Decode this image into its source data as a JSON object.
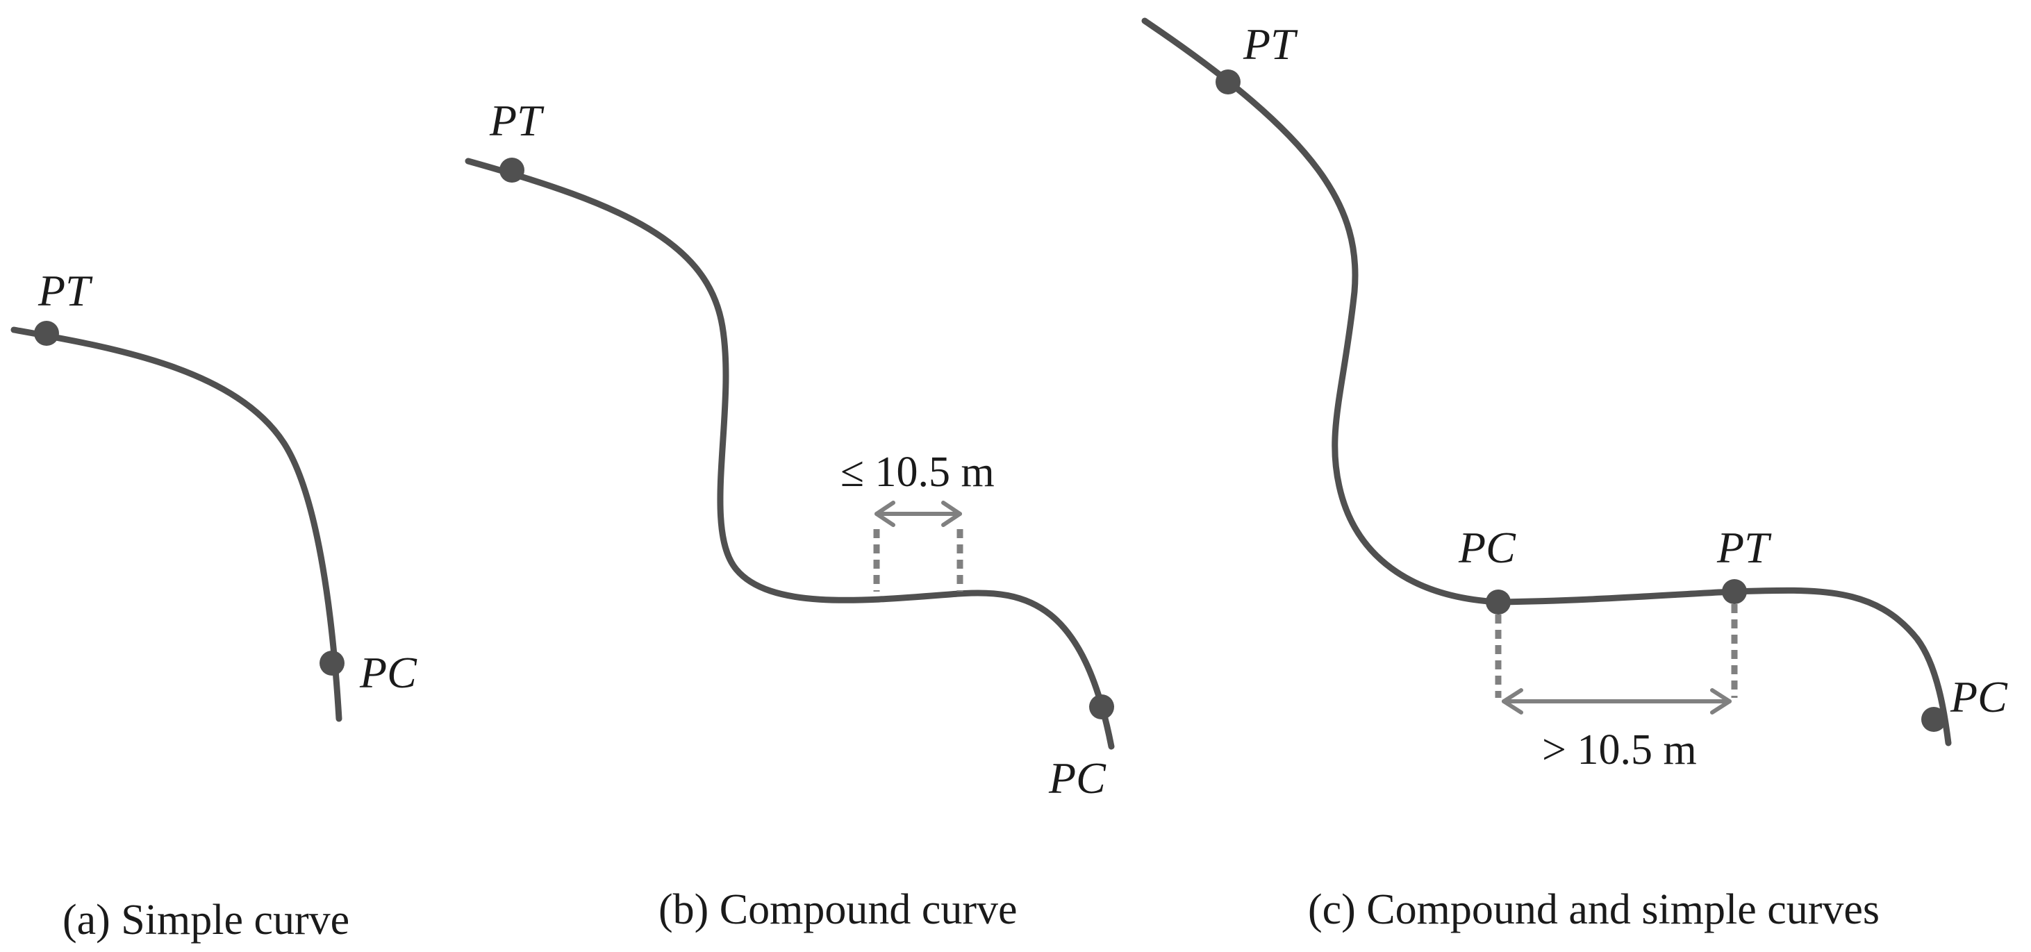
{
  "panels": {
    "a": {
      "caption": "(a) Simple curve",
      "label_pt": "PT",
      "label_pc": "PC"
    },
    "b": {
      "caption": "(b) Compound  curve",
      "label_pt": "PT",
      "label_pc": "PC",
      "measure": "≤ 10.5  m"
    },
    "c": {
      "caption": "(c) Compound  and simple curves",
      "label_pt_top": "PT",
      "label_pc_mid": "PC",
      "label_pt_mid": "PT",
      "label_pc_end": "PC",
      "measure": "> 10.5  m"
    }
  },
  "colors": {
    "curve": "#505050",
    "dimension": "#808080",
    "text": "#1a1a1a"
  }
}
